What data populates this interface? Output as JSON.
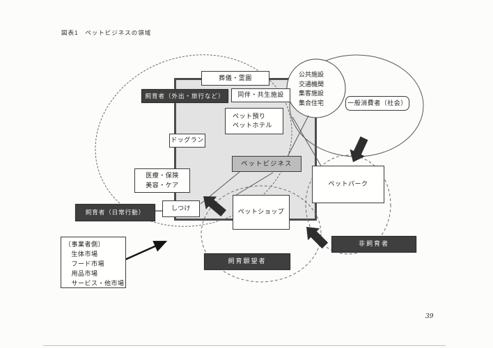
{
  "page": {
    "figure_title": "図表1　ペットビジネスの領域",
    "page_number": "39"
  },
  "colors": {
    "dark_box": "#3f3f3f",
    "area_fill": "#e3e3e3",
    "area_border": "#4d4d4d",
    "business_fill": "#bcbcbc",
    "connector_line": "#555555"
  },
  "diagram": {
    "boxes": {
      "funeral": "葬儀・霊園",
      "owners_outing": "飼育者（外出・旅行など）",
      "companion_facilities": "同伴・共生施設",
      "public_facilities": "公共施設\n交通機関\n集客施設\n集合住宅",
      "general_consumers": "一般消費者（社会）",
      "pet_boarding": "ペット預り\nペットホテル",
      "dog_run": "ドッグラン",
      "pet_business": "ペットビジネス",
      "medical_beauty": "医療・保険\n美容・ケア",
      "pet_park": "ペットパーク",
      "training": "しつけ",
      "owners_daily": "飼育者（日常行動）",
      "pet_shop": "ペットショップ",
      "business_side": "〔事業者側〕\n　生体市場\n　フード市場\n　用品市場\n　サービス・他市場",
      "adoption_wishers": "飼育願望者",
      "non_owners": "非飼育者"
    }
  }
}
